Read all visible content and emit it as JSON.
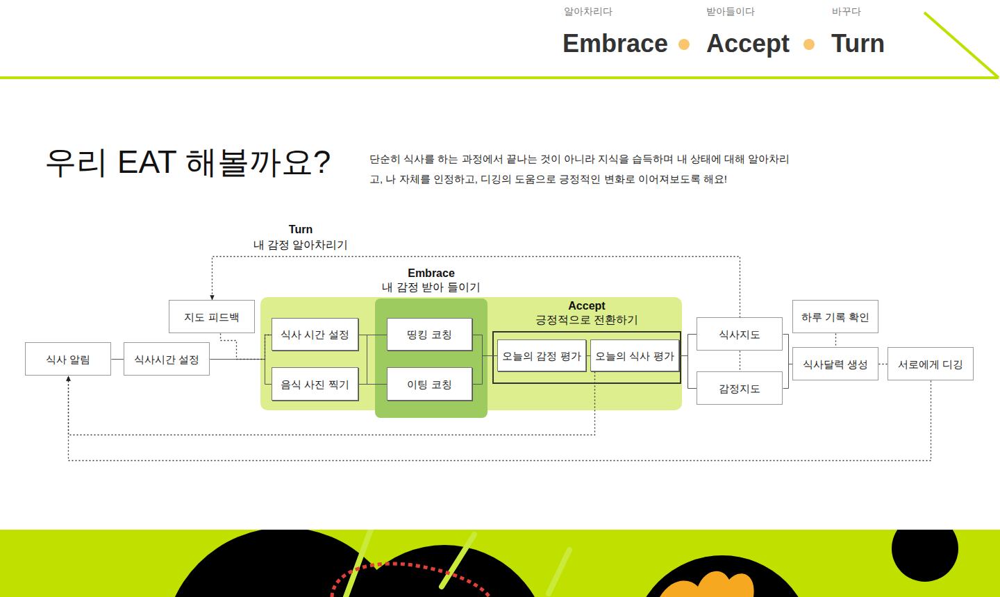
{
  "diagram": {
    "title": "우리 EAT 해볼까요?",
    "caption": "단순히 식사를 하는 과정에서 끝나는 것이 아니라 지식을 습득하며 내 상태에 대해 알아차리고, 나 자체를 인정하고, 디깅의 도움으로 긍정적인 변화로 이어져보도록 해요!",
    "nodes": [
      {
        "text": [
          "식사 알림"
        ]
      },
      {
        "text": [
          "식사시간 설정"
        ]
      },
      {
        "text": [
          "지도 피드백"
        ]
      },
      {
        "text": [
          "Accept",
          "긍정적으로 전환하기"
        ]
      },
      {
        "text": [
          "식사 시간 설정"
        ],
        "in": 3
      },
      {
        "text": [
          "음식 사진 찍기"
        ],
        "in": 3
      },
      {
        "text": [
          "Embrace",
          "내 감정 받아 들이기"
        ]
      },
      {
        "text": [
          "띵킹 코칭"
        ],
        "in": 6
      },
      {
        "text": [
          "이팅 코칭"
        ],
        "in": 6
      },
      {
        "text": [
          "오늘의 감정 평가"
        ],
        "in": 3
      },
      {
        "text": [
          "오늘의 식사 평가"
        ],
        "in": 3
      },
      {
        "text": [
          "식사지도"
        ]
      },
      {
        "text": [
          "감정지도"
        ]
      },
      {
        "text": [
          "하루 기록 확인"
        ]
      },
      {
        "text": [
          "식사달력 생성"
        ]
      },
      {
        "text": [
          "서로에게 디깅"
        ]
      }
    ],
    "edges": [
      {
        "from": 0,
        "to": 1,
        "arrow": "none"
      },
      {
        "from": 1,
        "to": 4,
        "arrow": "none"
      },
      {
        "from": 1,
        "to": 5,
        "arrow": "none"
      },
      {
        "from": 2,
        "to": 4,
        "arrow": "none"
      },
      {
        "from": 4,
        "to": 7,
        "arrow": "none"
      },
      {
        "from": 4,
        "to": 8,
        "arrow": "none"
      },
      {
        "from": 5,
        "to": 7,
        "arrow": "none"
      },
      {
        "from": 5,
        "to": 8,
        "arrow": "none"
      },
      {
        "from": 7,
        "to": 9,
        "arrow": "none"
      },
      {
        "from": 8,
        "to": 9,
        "arrow": "none"
      },
      {
        "from": 9,
        "to": 10,
        "arrow": "none"
      },
      {
        "from": 10,
        "to": 11,
        "arrow": "none"
      },
      {
        "from": 10,
        "to": 12,
        "arrow": "none"
      },
      {
        "from": 11,
        "to": 12,
        "arrow": "none"
      },
      {
        "from": 11,
        "to": 14,
        "arrow": "none"
      },
      {
        "from": 12,
        "to": 14,
        "arrow": "none"
      },
      {
        "from": 13,
        "to": 14,
        "arrow": "none"
      },
      {
        "from": 14,
        "to": 15,
        "arrow": "none"
      },
      {
        "from": 11,
        "to": 2,
        "label": "Turn",
        "arrow": "to"
      },
      {
        "from": 10,
        "to": 0,
        "arrow": "to"
      },
      {
        "from": 15,
        "to": 0,
        "arrow": "to"
      }
    ],
    "labels": [
      "알아차리다",
      "Embrace",
      "받아들이다",
      "Accept",
      "바꾸다",
      "Turn",
      "내 감정 알아차리기"
    ]
  }
}
